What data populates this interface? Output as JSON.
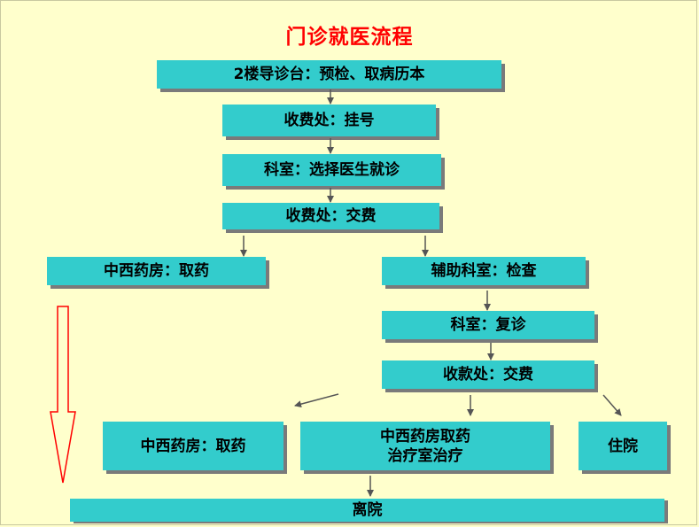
{
  "title": "门诊就医流程",
  "steps": {
    "guide_desk": "2楼导诊台：预检、取病历本",
    "register": "收费处：挂号",
    "department_visit": "科室：选择医生就诊",
    "payment_1": "收费处：交费",
    "pharmacy_1": "中西药房：取药",
    "auxiliary_exam": "辅助科室：检查",
    "follow_up": "科室：复诊",
    "payment_2": "收款处：交费",
    "pharmacy_2": "中西药房：取药",
    "pharmacy_treatment_line1": "中西药房取药",
    "pharmacy_treatment_line2": "治疗室治疗",
    "hospitalization": "住院",
    "leave": "离院"
  },
  "colors": {
    "box_fill": "#33cccc",
    "title": "#ff0000",
    "background": "#ffffcc",
    "arrow": "#555555",
    "big_arrow": "#ff0000"
  }
}
